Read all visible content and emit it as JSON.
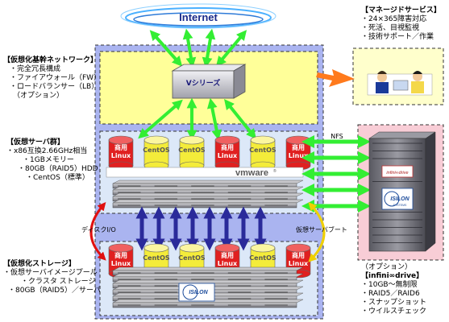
{
  "internet": {
    "label": "Internet"
  },
  "router": {
    "label": "Vシリーズ"
  },
  "managed": {
    "title": "【マネージドサービス】",
    "items": [
      "・24×365障害対応",
      "・死活、目視監視",
      "・技術サポート／作業"
    ]
  },
  "network": {
    "title": "【仮想化基幹ネットワーク】",
    "items": [
      "・完全冗長構成",
      "・ファイアウォール（FW）",
      "・ロードバランサー（LB）",
      "（オプション）"
    ]
  },
  "server_group": {
    "title": "【仮想サーバ群】",
    "items": [
      "・x86互換2.66GHz相当",
      "・1GBメモリー",
      "・80GB（RAID5）HDD",
      "・CentOS（標準）"
    ]
  },
  "storage": {
    "title": "【仮想化ストレージ】",
    "items": [
      "・仮想サーバイメージプール",
      "・クラスタ ストレージ",
      "・80GB（RAID5）／サーバ"
    ]
  },
  "option": {
    "title": "（オプション）",
    "subtitle": "【infini∞drive】",
    "items": [
      "・10GB～無制限",
      "・RAID5／RAID6",
      "・スナップショット",
      "・ウイルスチェック"
    ]
  },
  "labels": {
    "nfs": "NFS",
    "disk_io": "ディスクI/O",
    "vserver_boot": "仮想サーバブート",
    "vmware": "vmware",
    "vmware_reg": "®",
    "infinidrive": "infini∞drive",
    "isilon": "ISILON",
    "isilon_sub": "SYSTEMS"
  },
  "cylinders_top": [
    "商用\nLinux",
    "CentOS",
    "CentOS",
    "商用\nLinux",
    "CentOS",
    "商用\nLinux"
  ],
  "cylinders_bottom": [
    "商用\nLinux",
    "CentOS",
    "CentOS",
    "商用\nLinux",
    "CentOS",
    "商用\nLinux"
  ],
  "colors": {
    "frame_blue": "#aab4f0",
    "yellow_zone": "#ffff99",
    "light_blue_zone": "#dce8f8",
    "pink_zone": "#f8cdd6",
    "green_arrow": "#33ee33",
    "navy_arrow": "#2a2a9a",
    "linux_red": "#e02020",
    "centos_yellow": "#f4ec3a",
    "orange_arrow": "#ff7a1c"
  }
}
